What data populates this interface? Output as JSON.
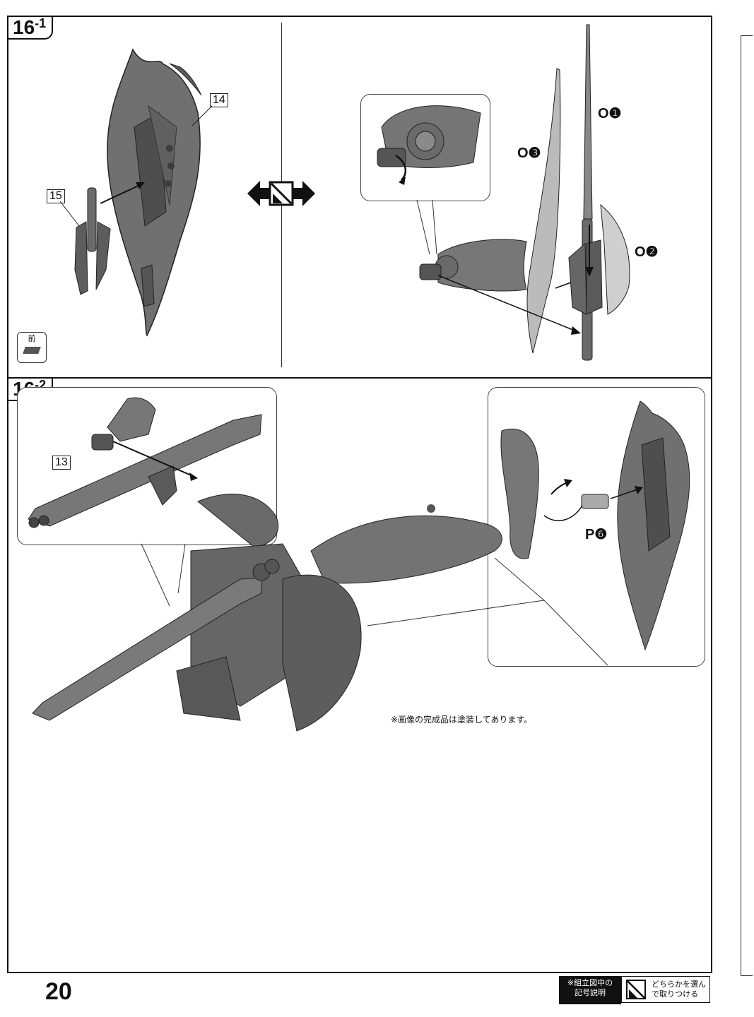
{
  "step1": {
    "tag": "16",
    "sub": "1",
    "parts": {
      "a": "14",
      "b": "15"
    },
    "front_icon_label": "前"
  },
  "step1_right": {
    "labels": [
      "O❶",
      "O❸",
      "O❷"
    ]
  },
  "step2": {
    "tag": "16",
    "sub": "2",
    "parts": {
      "a": "13"
    },
    "p_label": "P❻"
  },
  "note": "※画像の完成品は塗装してあります。",
  "page_number": "20",
  "legend": {
    "box_title_line1": "※組立図中の",
    "box_title_line2": "記号説明",
    "desc_line1": "どちらかを選ん",
    "desc_line2": "で取りつける"
  },
  "colors": {
    "part_fill": "#6f6f6f",
    "part_dark": "#4a4a4a",
    "line": "#111111"
  }
}
